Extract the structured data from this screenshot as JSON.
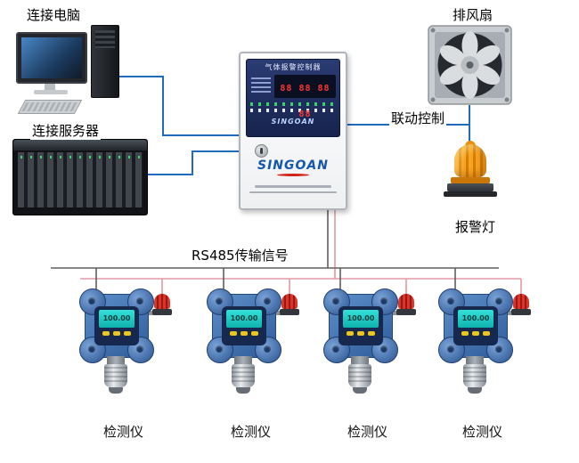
{
  "diagram": {
    "labels": {
      "computer": "连接电脑",
      "server": "连接服务器",
      "fan": "排风扇",
      "linkage_control": "联动控制",
      "alarm_light": "报警灯",
      "rs485": "RS485传输信号"
    },
    "controller": {
      "panel_title": "气体报警控制器",
      "display_value": "88 88 88 88",
      "brand_panel": "SINGOAN",
      "brand": "SINGOAN"
    },
    "detectors": [
      {
        "label": "检测仪",
        "reading": "100.00"
      },
      {
        "label": "检测仪",
        "reading": "100.00"
      },
      {
        "label": "检测仪",
        "reading": "100.00"
      },
      {
        "label": "检测仪",
        "reading": "100.00"
      }
    ],
    "colors": {
      "connection_blue": "#1e6bbf",
      "bus_dark": "#5f5f5f",
      "bus_pink": "#e39aa7",
      "detector_body_blue": "#3f6fb0",
      "screen_teal": "#18c7c4",
      "beacon_red": "#c42020",
      "alarm_orange": "#f59a1c",
      "digit_red": "#ff3530"
    }
  }
}
